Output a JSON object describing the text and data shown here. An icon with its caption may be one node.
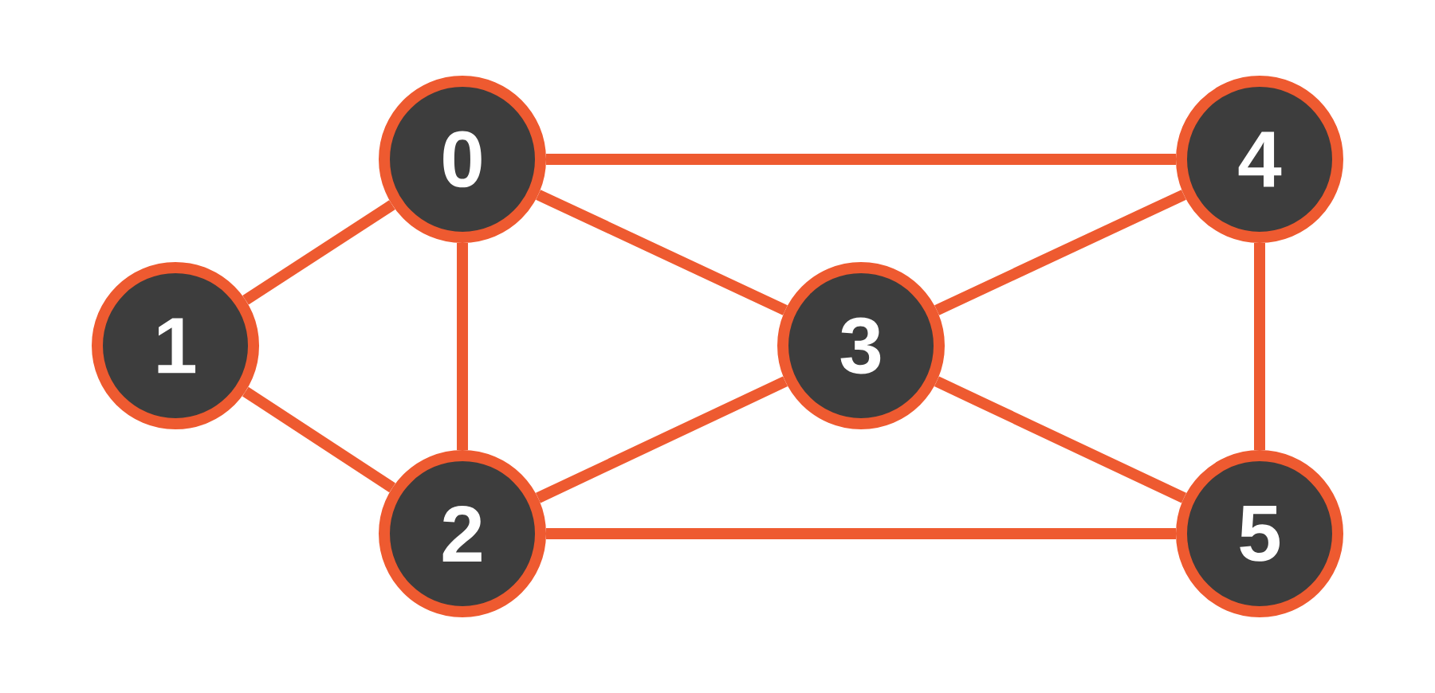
{
  "diagram": {
    "nodes": [
      {
        "text": [
          "0"
        ]
      },
      {
        "text": [
          "1"
        ]
      },
      {
        "text": [
          "2"
        ]
      },
      {
        "text": [
          "3"
        ]
      },
      {
        "text": [
          "4"
        ]
      },
      {
        "text": [
          "5"
        ]
      }
    ],
    "edges": [
      {
        "from": 0,
        "to": 1,
        "arrow": "none"
      },
      {
        "from": 0,
        "to": 2,
        "arrow": "none"
      },
      {
        "from": 0,
        "to": 3,
        "arrow": "none"
      },
      {
        "from": 0,
        "to": 4,
        "arrow": "none"
      },
      {
        "from": 1,
        "to": 2,
        "arrow": "none"
      },
      {
        "from": 2,
        "to": 3,
        "arrow": "none"
      },
      {
        "from": 2,
        "to": 5,
        "arrow": "none"
      },
      {
        "from": 3,
        "to": 4,
        "arrow": "none"
      },
      {
        "from": 3,
        "to": 5,
        "arrow": "none"
      },
      {
        "from": 4,
        "to": 5,
        "arrow": "none"
      }
    ]
  }
}
